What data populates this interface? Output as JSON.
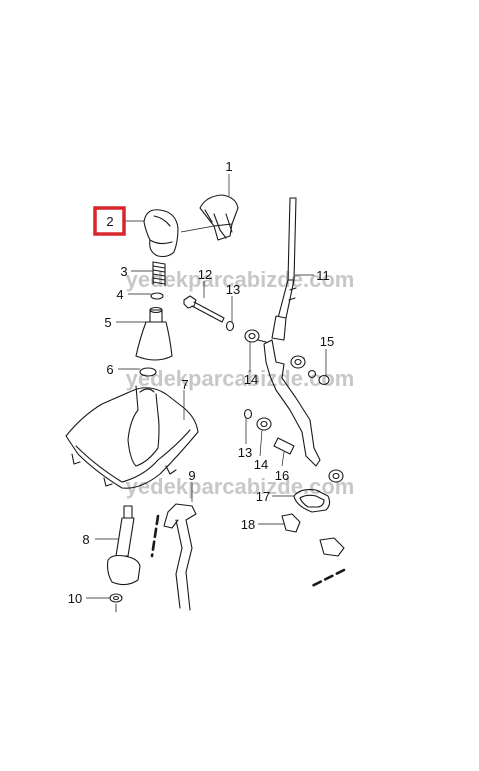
{
  "diagram": {
    "watermark": "yedekparcabizde.com",
    "highlight_color": "#d8262c",
    "callouts": {
      "c1": "1",
      "c2": "2",
      "c3": "3",
      "c4": "4",
      "c5": "5",
      "c6": "6",
      "c7": "7",
      "c8": "8",
      "c9": "9",
      "c10": "10",
      "c11": "11",
      "c12": "12",
      "c13a": "13",
      "c13b": "13",
      "c14a": "14",
      "c14b": "14",
      "c15": "15",
      "c16": "16",
      "c17": "17",
      "c18": "18"
    }
  }
}
